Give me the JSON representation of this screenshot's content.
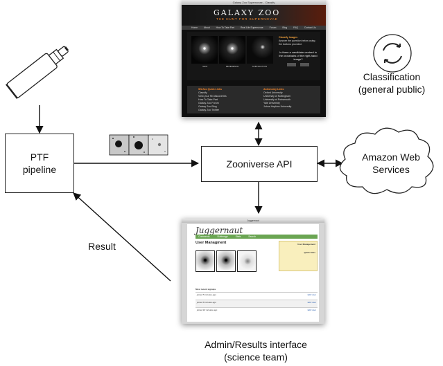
{
  "nodes": {
    "ptf": [
      "PTF",
      "pipeline"
    ],
    "zooniverse": "Zooniverse API",
    "aws": [
      "Amazon Web",
      "Services"
    ],
    "classification": [
      "Classification",
      "(general public)"
    ],
    "admin": [
      "Admin/Results interface",
      "(science team)"
    ]
  },
  "edges": {
    "result": "Result"
  },
  "galaxy_zoo": {
    "window_title": "Galaxy Zoo Supernovae - Classify",
    "logo": "GALAXY ZOO",
    "subtitle": "THE HUNT FOR SUPERNOVAE",
    "nav": [
      "Home",
      "About",
      "How To Take Part",
      "Real Life Supernovae",
      "Forum",
      "Blog",
      "FAQ",
      "Contact Us"
    ],
    "triplet_labels": [
      "NEW",
      "REFERENCE",
      "SUBTRACTION"
    ],
    "classify_heading": "Classify Images",
    "classify_text": "Answer the question below using the buttons provided.",
    "question": "Is there a candidate centred in the crosshairs of the right-hand image?",
    "buttons": [
      "YES",
      "NO"
    ],
    "footer_left_title": "SN Zoo Quick Links",
    "footer_left": [
      "Classify",
      "View your SN discoveries",
      "How To Take Part",
      "Galaxy Zoo Forum",
      "Galaxy Zoo Blog",
      "Galaxy Zoo Twitter"
    ],
    "footer_right_title": "Astronomy Links",
    "footer_right": [
      "Oxford University",
      "University of Nottingham",
      "University of Portsmouth",
      "Yale University",
      "Johns Hopkins University"
    ]
  },
  "juggernaut": {
    "window_title": "Juggernaut",
    "title": "Juggernaut",
    "nav": [
      "Comments",
      "Subimage",
      "Stats",
      "Search"
    ],
    "heading": "User Managment",
    "sidebar_title": "User Management",
    "sidebar_subtitle": "Quick Stats",
    "list_heading": "Most recent signups",
    "rows": [
      "joined 5 minutes ago",
      "joined 8 minutes ago",
      "joined 10 minutes ago"
    ],
    "row_action": "Edit User"
  }
}
